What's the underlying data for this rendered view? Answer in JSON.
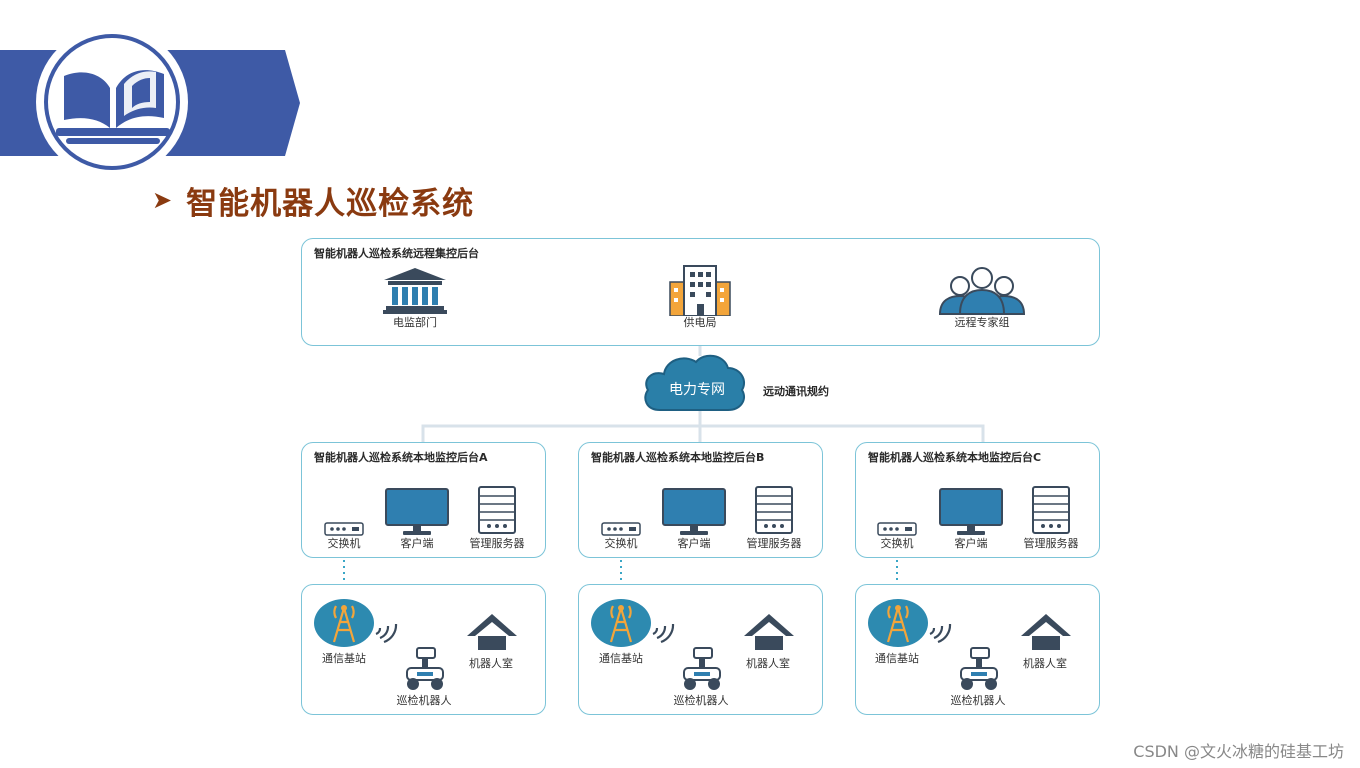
{
  "slide": {
    "title": "智能机器人巡检系统"
  },
  "diagram": {
    "remote_center": {
      "title": "智能机器人巡检系统远程集控后台",
      "nodes": [
        {
          "label": "电监部门",
          "icon": "government-building-icon"
        },
        {
          "label": "供电局",
          "icon": "office-building-icon"
        },
        {
          "label": "远程专家组",
          "icon": "expert-group-icon"
        }
      ]
    },
    "network": {
      "label": "电力专网",
      "protocol": "远动通讯规约"
    },
    "local_centers": [
      {
        "title": "智能机器人巡检系统本地监控后台A",
        "devices": [
          {
            "label": "交换机",
            "icon": "switch-icon"
          },
          {
            "label": "客户端",
            "icon": "monitor-icon"
          },
          {
            "label": "管理服务器",
            "icon": "server-icon"
          }
        ],
        "site": {
          "station": "通信基站",
          "robot": "巡检机器人",
          "robot_room": "机器人室"
        }
      },
      {
        "title": "智能机器人巡检系统本地监控后台B",
        "devices": [
          {
            "label": "交换机",
            "icon": "switch-icon"
          },
          {
            "label": "客户端",
            "icon": "monitor-icon"
          },
          {
            "label": "管理服务器",
            "icon": "server-icon"
          }
        ],
        "site": {
          "station": "通信基站",
          "robot": "巡检机器人",
          "robot_room": "机器人室"
        }
      },
      {
        "title": "智能机器人巡检系统本地监控后台C",
        "devices": [
          {
            "label": "交换机",
            "icon": "switch-icon"
          },
          {
            "label": "客户端",
            "icon": "monitor-icon"
          },
          {
            "label": "管理服务器",
            "icon": "server-icon"
          }
        ],
        "site": {
          "station": "通信基站",
          "robot": "巡检机器人",
          "robot_room": "机器人室"
        }
      }
    ]
  },
  "watermark": "CSDN @文火冰糖的硅基工坊",
  "colors": {
    "banner": "#3e5aa6",
    "title": "#8a3a10",
    "box_border": "#7cc4d8",
    "icon_dark": "#3a4a5c",
    "cloud": "#2a7fa8",
    "station": "#2d8ab0"
  }
}
